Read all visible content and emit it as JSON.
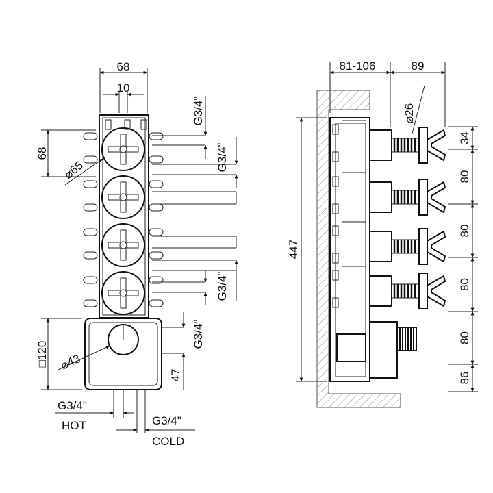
{
  "front_view": {
    "width_total": "68",
    "width_inner": "10",
    "height_step": "68",
    "handle_diameter": "65",
    "box_side": "120",
    "dial_diameter": "43",
    "outlet_top_1": "G3/4\"",
    "outlet_top_2": "G3/4\"",
    "outlet_mid": "G3/4\"",
    "outlet_low": "G3/4\"",
    "offset_47": "47",
    "inlet_hot_size": "G3/4\"",
    "inlet_hot_label": "HOT",
    "inlet_cold_size": "G3/4\"",
    "inlet_cold_label": "COLD"
  },
  "side_view": {
    "depth_range": "81-106",
    "depth_handle": "89",
    "knob_diameter": "26",
    "total_height": "447",
    "spacings": [
      "34",
      "80",
      "80",
      "80",
      "80",
      "86"
    ]
  },
  "symbols": {
    "diameter": "⌀",
    "square": "□"
  }
}
